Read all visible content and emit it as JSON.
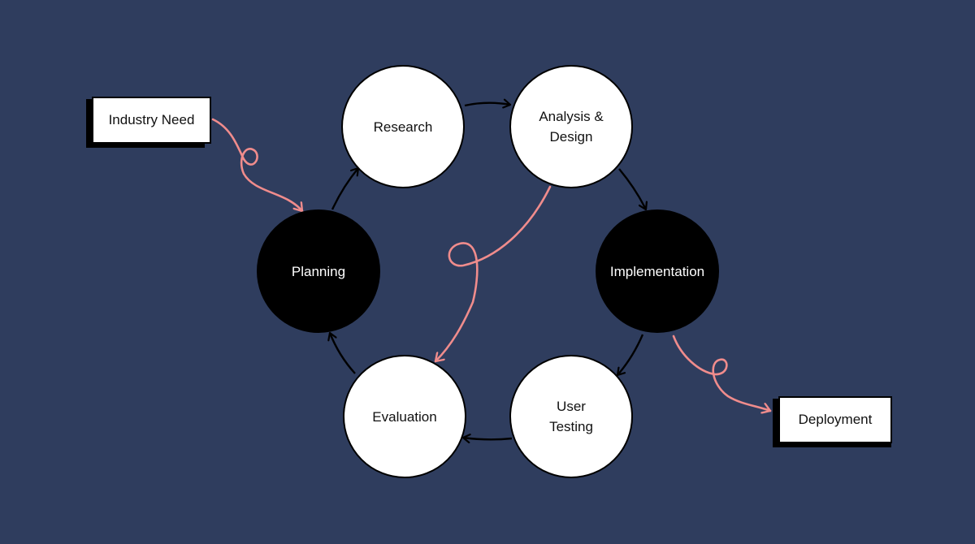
{
  "colors": {
    "background": "#2f3d5e",
    "cycle_arrow": "#000000",
    "flow_arrow": "#f08c8c"
  },
  "nodes": {
    "research": "Research",
    "analysis_design": "Analysis &\nDesign",
    "implementation": "Implementation",
    "user_testing": "User\nTesting",
    "evaluation": "Evaluation",
    "planning": "Planning"
  },
  "boxes": {
    "industry_need": "Industry Need",
    "deployment": "Deployment"
  }
}
